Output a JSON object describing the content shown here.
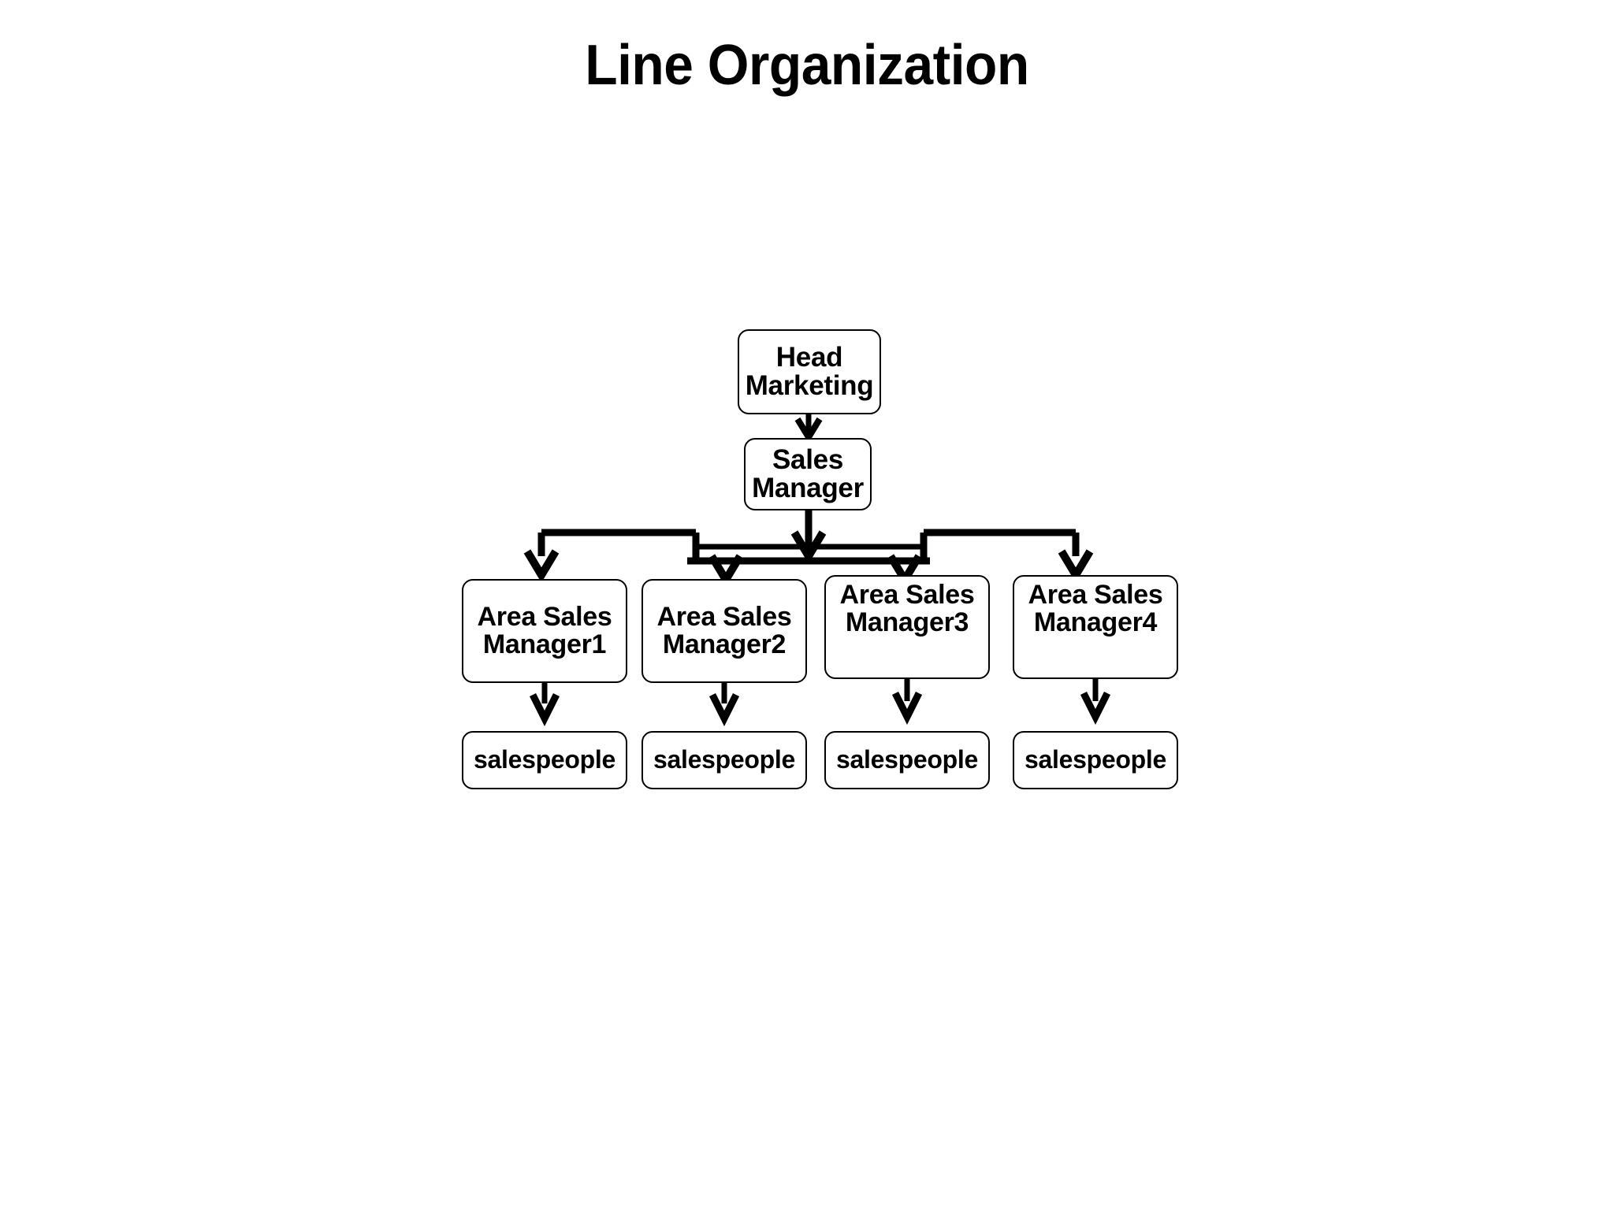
{
  "slide": {
    "title": "Line Organization",
    "background_color": "#ffffff",
    "line_color": "#000000",
    "text_color": "#000000"
  },
  "chart_data": {
    "type": "org-chart",
    "title": "Line Organization",
    "orientation": "top-down",
    "nodes": [
      {
        "id": "head",
        "label_line1": "Head",
        "label_line2": "Marketing",
        "level": 0
      },
      {
        "id": "sales",
        "label_line1": "Sales",
        "label_line2": "Manager",
        "level": 1
      },
      {
        "id": "asm1",
        "label_line1": "Area Sales",
        "label_line2": "Manager1",
        "level": 2
      },
      {
        "id": "asm2",
        "label_line1": "Area Sales",
        "label_line2": "Manager2",
        "level": 2
      },
      {
        "id": "asm3",
        "label_line1": "Area Sales",
        "label_line2": "Manager3",
        "level": 2
      },
      {
        "id": "asm4",
        "label_line1": "Area Sales",
        "label_line2": "Manager4",
        "level": 2
      },
      {
        "id": "sp1",
        "label_line1": "salespeople",
        "label_line2": "",
        "level": 3
      },
      {
        "id": "sp2",
        "label_line1": "salespeople",
        "label_line2": "",
        "level": 3
      },
      {
        "id": "sp3",
        "label_line1": "salespeople",
        "label_line2": "",
        "level": 3
      },
      {
        "id": "sp4",
        "label_line1": "salespeople",
        "label_line2": "",
        "level": 3
      }
    ],
    "edges": [
      {
        "from": "head",
        "to": "sales",
        "arrow": "open-v"
      },
      {
        "from": "sales",
        "to": "asm1",
        "arrow": "open-v"
      },
      {
        "from": "sales",
        "to": "asm2",
        "arrow": "open-v"
      },
      {
        "from": "sales",
        "to": "asm3",
        "arrow": "open-v"
      },
      {
        "from": "sales",
        "to": "asm4",
        "arrow": "open-v"
      },
      {
        "from": "asm1",
        "to": "sp1",
        "arrow": "open-v"
      },
      {
        "from": "asm2",
        "to": "sp2",
        "arrow": "open-v"
      },
      {
        "from": "asm3",
        "to": "sp3",
        "arrow": "open-v"
      },
      {
        "from": "asm4",
        "to": "sp4",
        "arrow": "open-v"
      }
    ]
  },
  "nodes": {
    "head": {
      "line1": "Head",
      "line2": "Marketing"
    },
    "sales": {
      "line1": "Sales",
      "line2": "Manager"
    },
    "asm1": {
      "line1": "Area Sales",
      "line2": "Manager1"
    },
    "asm2": {
      "line1": "Area Sales",
      "line2": "Manager2"
    },
    "asm3": {
      "line1": "Area Sales",
      "line2": "Manager3"
    },
    "asm4": {
      "line1": "Area Sales",
      "line2": "Manager4"
    },
    "sp1": {
      "line1": "salespeople"
    },
    "sp2": {
      "line1": "salespeople"
    },
    "sp3": {
      "line1": "salespeople"
    },
    "sp4": {
      "line1": "salespeople"
    }
  }
}
